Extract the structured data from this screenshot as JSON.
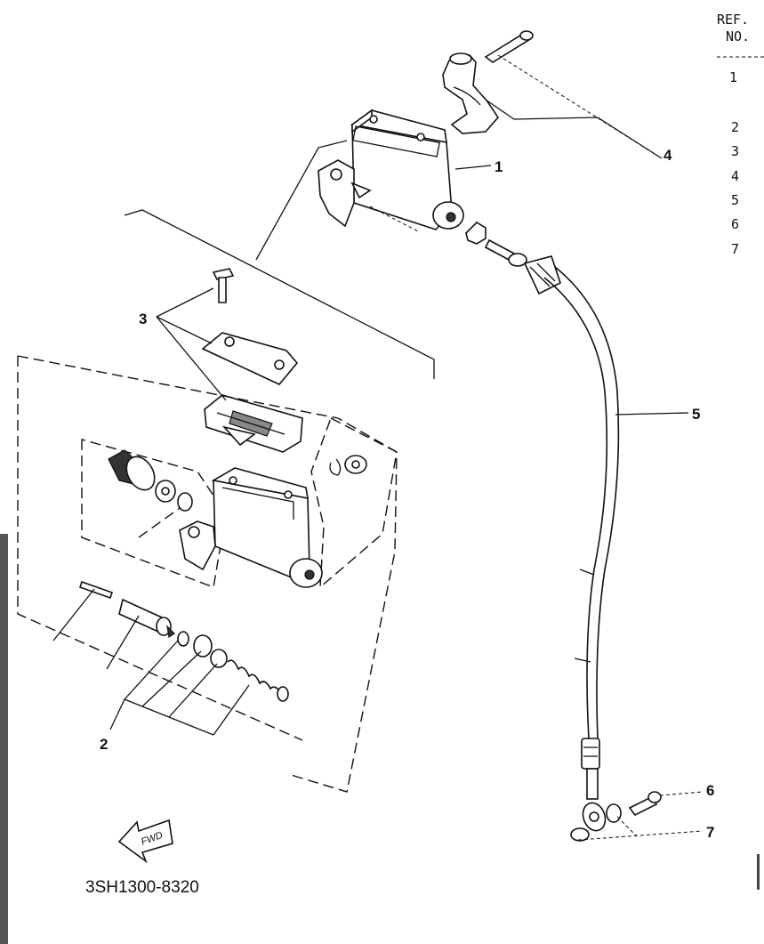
{
  "ref_table": {
    "header_line1": "REF.",
    "header_line2": "NO.",
    "numbers": [
      "1",
      "2",
      "3",
      "4",
      "5",
      "6",
      "7"
    ]
  },
  "callouts": {
    "c1": "1",
    "c2": "2",
    "c3": "3",
    "c4": "4",
    "c5": "5",
    "c6": "6",
    "c7": "7"
  },
  "fwd_label": "FWD",
  "diagram_code": "3SH1300-8320"
}
